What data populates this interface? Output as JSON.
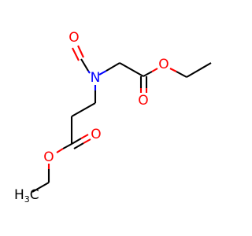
{
  "colors": {
    "carbon": "#000000",
    "oxygen": "#ff0000",
    "nitrogen": "#0000ff",
    "background": "#ffffff"
  },
  "atoms": {
    "O_formyl": {
      "label": "O",
      "element": "oxygen"
    },
    "N": {
      "label": "N",
      "element": "nitrogen"
    },
    "O_ester1": {
      "label": "O",
      "element": "oxygen"
    },
    "O_carbonyl1": {
      "label": "O",
      "element": "oxygen"
    },
    "O_carbonyl2": {
      "label": "O",
      "element": "oxygen"
    },
    "O_ester2": {
      "label": "O",
      "element": "oxygen"
    },
    "CH3": {
      "label": "H",
      "sub": "3",
      "suffix": "C",
      "element": "carbon"
    }
  }
}
